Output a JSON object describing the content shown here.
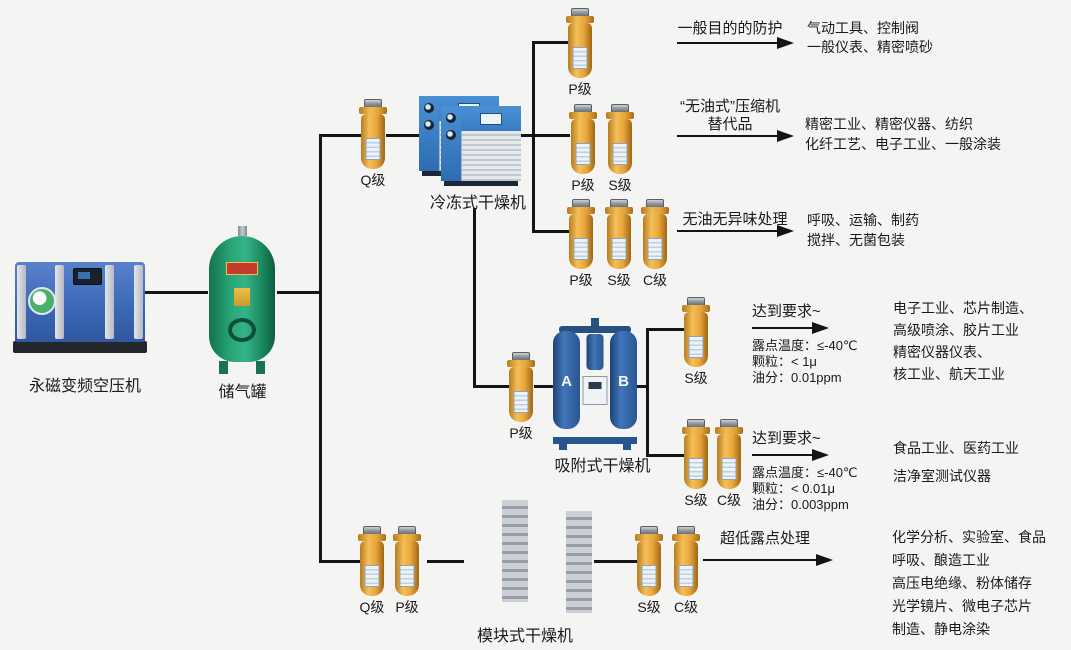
{
  "colors": {
    "background": "#f4f4f2",
    "line": "#141414",
    "filter_yellow": "#e8a63c",
    "tank_green": "#28a377",
    "machine_blue": "#3d73c2",
    "dryer_red": "#b23642"
  },
  "equipment": {
    "compressor": {
      "label": "永磁变频空压机"
    },
    "tank": {
      "label": "储气罐"
    },
    "refrigerated_dryer": {
      "label": "冷冻式干燥机"
    },
    "adsorption_dryer": {
      "label": "吸附式干燥机",
      "tower_a": "A",
      "tower_b": "B"
    },
    "modular_dryer": {
      "label": "模块式干燥机"
    }
  },
  "filters": {
    "main_q": "Q级",
    "row1": [
      "P级"
    ],
    "row2": [
      "P级",
      "S级"
    ],
    "row3": [
      "P级",
      "S级",
      "C级"
    ],
    "mid_p": "P级",
    "row4": [
      "S级"
    ],
    "row5": [
      "S级",
      "C级"
    ],
    "bottom_pre": [
      "Q级",
      "P级"
    ],
    "bottom_post": [
      "S级",
      "C级"
    ]
  },
  "branches": {
    "b1": {
      "process": "一般目的的防护",
      "applications": [
        "气动工具、控制阀",
        "一般仪表、精密喷砂"
      ]
    },
    "b2": {
      "process_line1": "“无油式”压缩机",
      "process_line2": "替代品",
      "applications": [
        "精密工业、精密仪器、纺织",
        "化纤工艺、电子工业、一般涂装"
      ]
    },
    "b3": {
      "process": "无油无异味处理",
      "applications": [
        "呼吸、运输、制药",
        "搅拌、无菌包装"
      ]
    },
    "b4": {
      "process": "达到要求~",
      "specs": [
        "露点温度：≤-40℃",
        "颗粒：< 1μ",
        "油分：0.01ppm"
      ],
      "applications": [
        "电子工业、芯片制造、",
        "高级喷涂、胶片工业",
        "精密仪器仪表、",
        "核工业、航天工业"
      ]
    },
    "b5": {
      "process": "达到要求~",
      "specs": [
        "露点温度：≤-40℃",
        "颗粒：< 0.01μ",
        "油分：0.003ppm"
      ],
      "applications": [
        "食品工业、医药工业",
        "洁净室测试仪器"
      ]
    },
    "b6": {
      "process": "超低露点处理",
      "applications": [
        "化学分析、实验室、食品",
        "呼吸、酿造工业",
        "高压电绝缘、粉体储存",
        "光学镜片、微电子芯片",
        "制造、静电涂染"
      ]
    }
  }
}
